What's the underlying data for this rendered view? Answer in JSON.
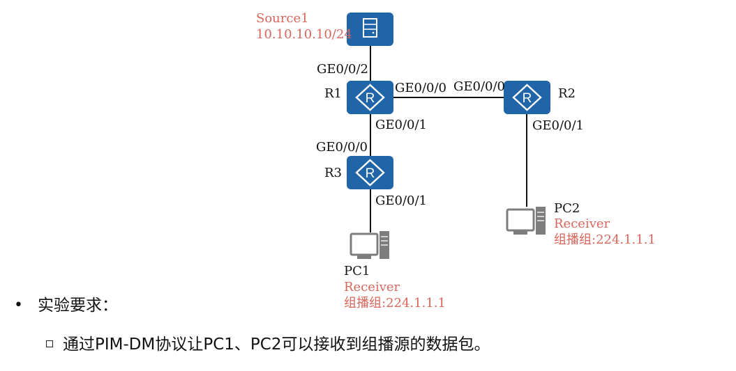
{
  "devices": {
    "source": {
      "name": "Source1",
      "ip": "10.10.10.10/24",
      "icon": "server-icon"
    },
    "r1": {
      "name": "R1",
      "icon": "router-icon"
    },
    "r2": {
      "name": "R2",
      "icon": "router-icon"
    },
    "r3": {
      "name": "R3",
      "icon": "router-icon"
    },
    "pc1": {
      "name": "PC1",
      "role": "Receiver",
      "group": "组播组:224.1.1.1",
      "icon": "pc-icon"
    },
    "pc2": {
      "name": "PC2",
      "role": "Receiver",
      "group": "组播组:224.1.1.1",
      "icon": "pc-icon"
    }
  },
  "interfaces": {
    "r1_up": "GE0/0/2",
    "r1_right": "GE0/0/0",
    "r2_left": "GE0/0/0",
    "r1_down": "GE0/0/1",
    "r3_up": "GE0/0/0",
    "r3_down": "GE0/0/1",
    "r2_down": "GE0/0/1"
  },
  "requirements": {
    "heading": "实验要求：",
    "items": [
      "通过PIM-DM协议让PC1、PC2可以接收到组播源的数据包。"
    ]
  },
  "colors": {
    "device_blue": "#1f65a8",
    "highlight_red": "#d9665c",
    "pc_gray": "#7d7d7d"
  }
}
